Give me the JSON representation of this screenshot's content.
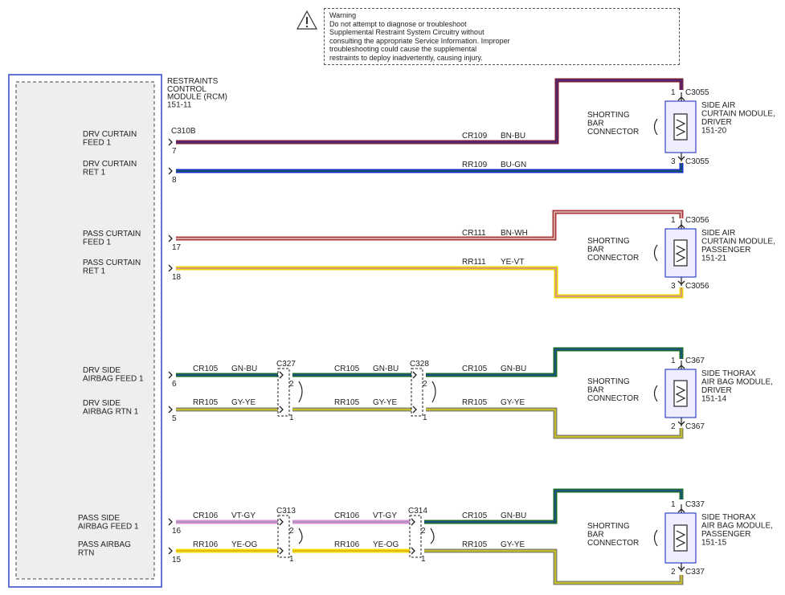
{
  "warning": {
    "title": "Warning",
    "body": "Do not attempt to diagnose or troubleshoot\nSupplemental Restraint System Circuitry without\nconsulting the appropriate Service Information. Improper\ntroubleshooting could cause the supplemental\nrestraints to deploy inadvertently, causing injury."
  },
  "module": {
    "name_lines": [
      "RESTRAINTS",
      "CONTROL",
      "MODULE (RCM)",
      "151-11"
    ],
    "connector": "C310B",
    "border_color": "#3344cc",
    "fill_color": "#eeeeee"
  },
  "circuits": [
    {
      "label": [
        "DRV CURTAIN",
        "FEED 1"
      ],
      "pin": "7",
      "circuit": "CR109",
      "color_code": "BN-BU",
      "wire_color": "#7a1f3a",
      "stripe_color": "#3a2f9a"
    },
    {
      "label": [
        "DRV CURTAIN",
        "RET 1"
      ],
      "pin": "8",
      "circuit": "RR109",
      "color_code": "BU-GN",
      "wire_color": "#1a2fcc",
      "stripe_color": "#1a6b2a"
    },
    {
      "label": [
        "PASS CURTAIN",
        "FEED 1"
      ],
      "pin": "17",
      "circuit": "CR111",
      "color_code": "BN-WH",
      "wire_color": "#a83a3a",
      "stripe_color": "#f2e0e0"
    },
    {
      "label": [
        "PASS CURTAIN",
        "RET 1"
      ],
      "pin": "18",
      "circuit": "RR111",
      "color_code": "YE-VT",
      "wire_color": "#e8d800",
      "stripe_color": "#d070d0"
    },
    {
      "label": [
        "DRV SIDE",
        "AIRBAG FEED 1"
      ],
      "pin": "6",
      "circuit": "CR105",
      "color_code": "GN-BU",
      "wire_color": "#1a6b2a",
      "stripe_color": "#2244bb"
    },
    {
      "label": [
        "DRV SIDE",
        "AIRBAG RTN 1"
      ],
      "pin": "5",
      "circuit": "RR105",
      "color_code": "GY-YE",
      "wire_color": "#8a8a6a",
      "stripe_color": "#e8d800"
    },
    {
      "label": [
        "PASS SIDE",
        "AIRBAG FEED 1"
      ],
      "pin": "16",
      "circuit": "CR106",
      "color_code": "VT-GY",
      "wire_color": "#d890e0",
      "stripe_color": "#9a9a9a"
    },
    {
      "label": [
        "PASS AIRBAG",
        "RTN"
      ],
      "pin": "15",
      "circuit": "RR106",
      "color_code": "YE-OG",
      "wire_color": "#f0e000",
      "stripe_color": "#e8a020"
    }
  ],
  "inline_connectors": {
    "drv_side": [
      {
        "name": "C327",
        "pins": [
          "2",
          "1"
        ],
        "feed_seg": [
          "CR105",
          "GN-BU"
        ],
        "rtn_seg": [
          "RR105",
          "GY-YE"
        ]
      },
      {
        "name": "C328",
        "pins": [
          "2",
          "1"
        ],
        "feed_seg": [
          "CR105",
          "GN-BU"
        ],
        "rtn_seg": [
          "RR105",
          "GY-YE"
        ]
      }
    ],
    "pass_side": [
      {
        "name": "C313",
        "pins": [
          "2",
          "1"
        ],
        "feed_seg": [
          "CR106",
          "VT-GY"
        ],
        "rtn_seg": [
          "RR106",
          "YE-OG"
        ]
      },
      {
        "name": "C314",
        "pins": [
          "2",
          "1"
        ],
        "feed_seg": [
          "CR106",
          "VT-GY"
        ],
        "rtn_seg": [
          "RR106",
          "YE-OG"
        ]
      }
    ],
    "pass_side_final": {
      "feed": [
        "CR105",
        "GN-BU"
      ],
      "rtn": [
        "RR105",
        "GY-YE"
      ],
      "feed_color": "#1a6b2a",
      "rtn_color": "#8a8a6a"
    }
  },
  "components": [
    {
      "name": [
        "SIDE AIR",
        "CURTAIN MODULE,",
        "DRIVER",
        "151-20"
      ],
      "connector": "C3055",
      "pins": [
        "1",
        "3"
      ],
      "shorting": [
        "SHORTING",
        "BAR",
        "CONNECTOR"
      ]
    },
    {
      "name": [
        "SIDE AIR",
        "CURTAIN MODULE,",
        "PASSENGER",
        "151-21"
      ],
      "connector": "C3056",
      "pins": [
        "1",
        "3"
      ],
      "shorting": [
        "SHORTING",
        "BAR",
        "CONNECTOR"
      ]
    },
    {
      "name": [
        "SIDE THORAX",
        "AIR BAG MODULE,",
        "DRIVER",
        "151-14"
      ],
      "connector": "C367",
      "pins": [
        "1",
        "2"
      ],
      "shorting": [
        "SHORTING",
        "BAR",
        "CONNECTOR"
      ]
    },
    {
      "name": [
        "SIDE THORAX",
        "AIR BAG MODULE,",
        "PASSENGER",
        "151-15"
      ],
      "connector": "C337",
      "pins": [
        "1",
        "2"
      ],
      "shorting": [
        "SHORTING",
        "BAR",
        "CONNECTOR"
      ]
    }
  ]
}
